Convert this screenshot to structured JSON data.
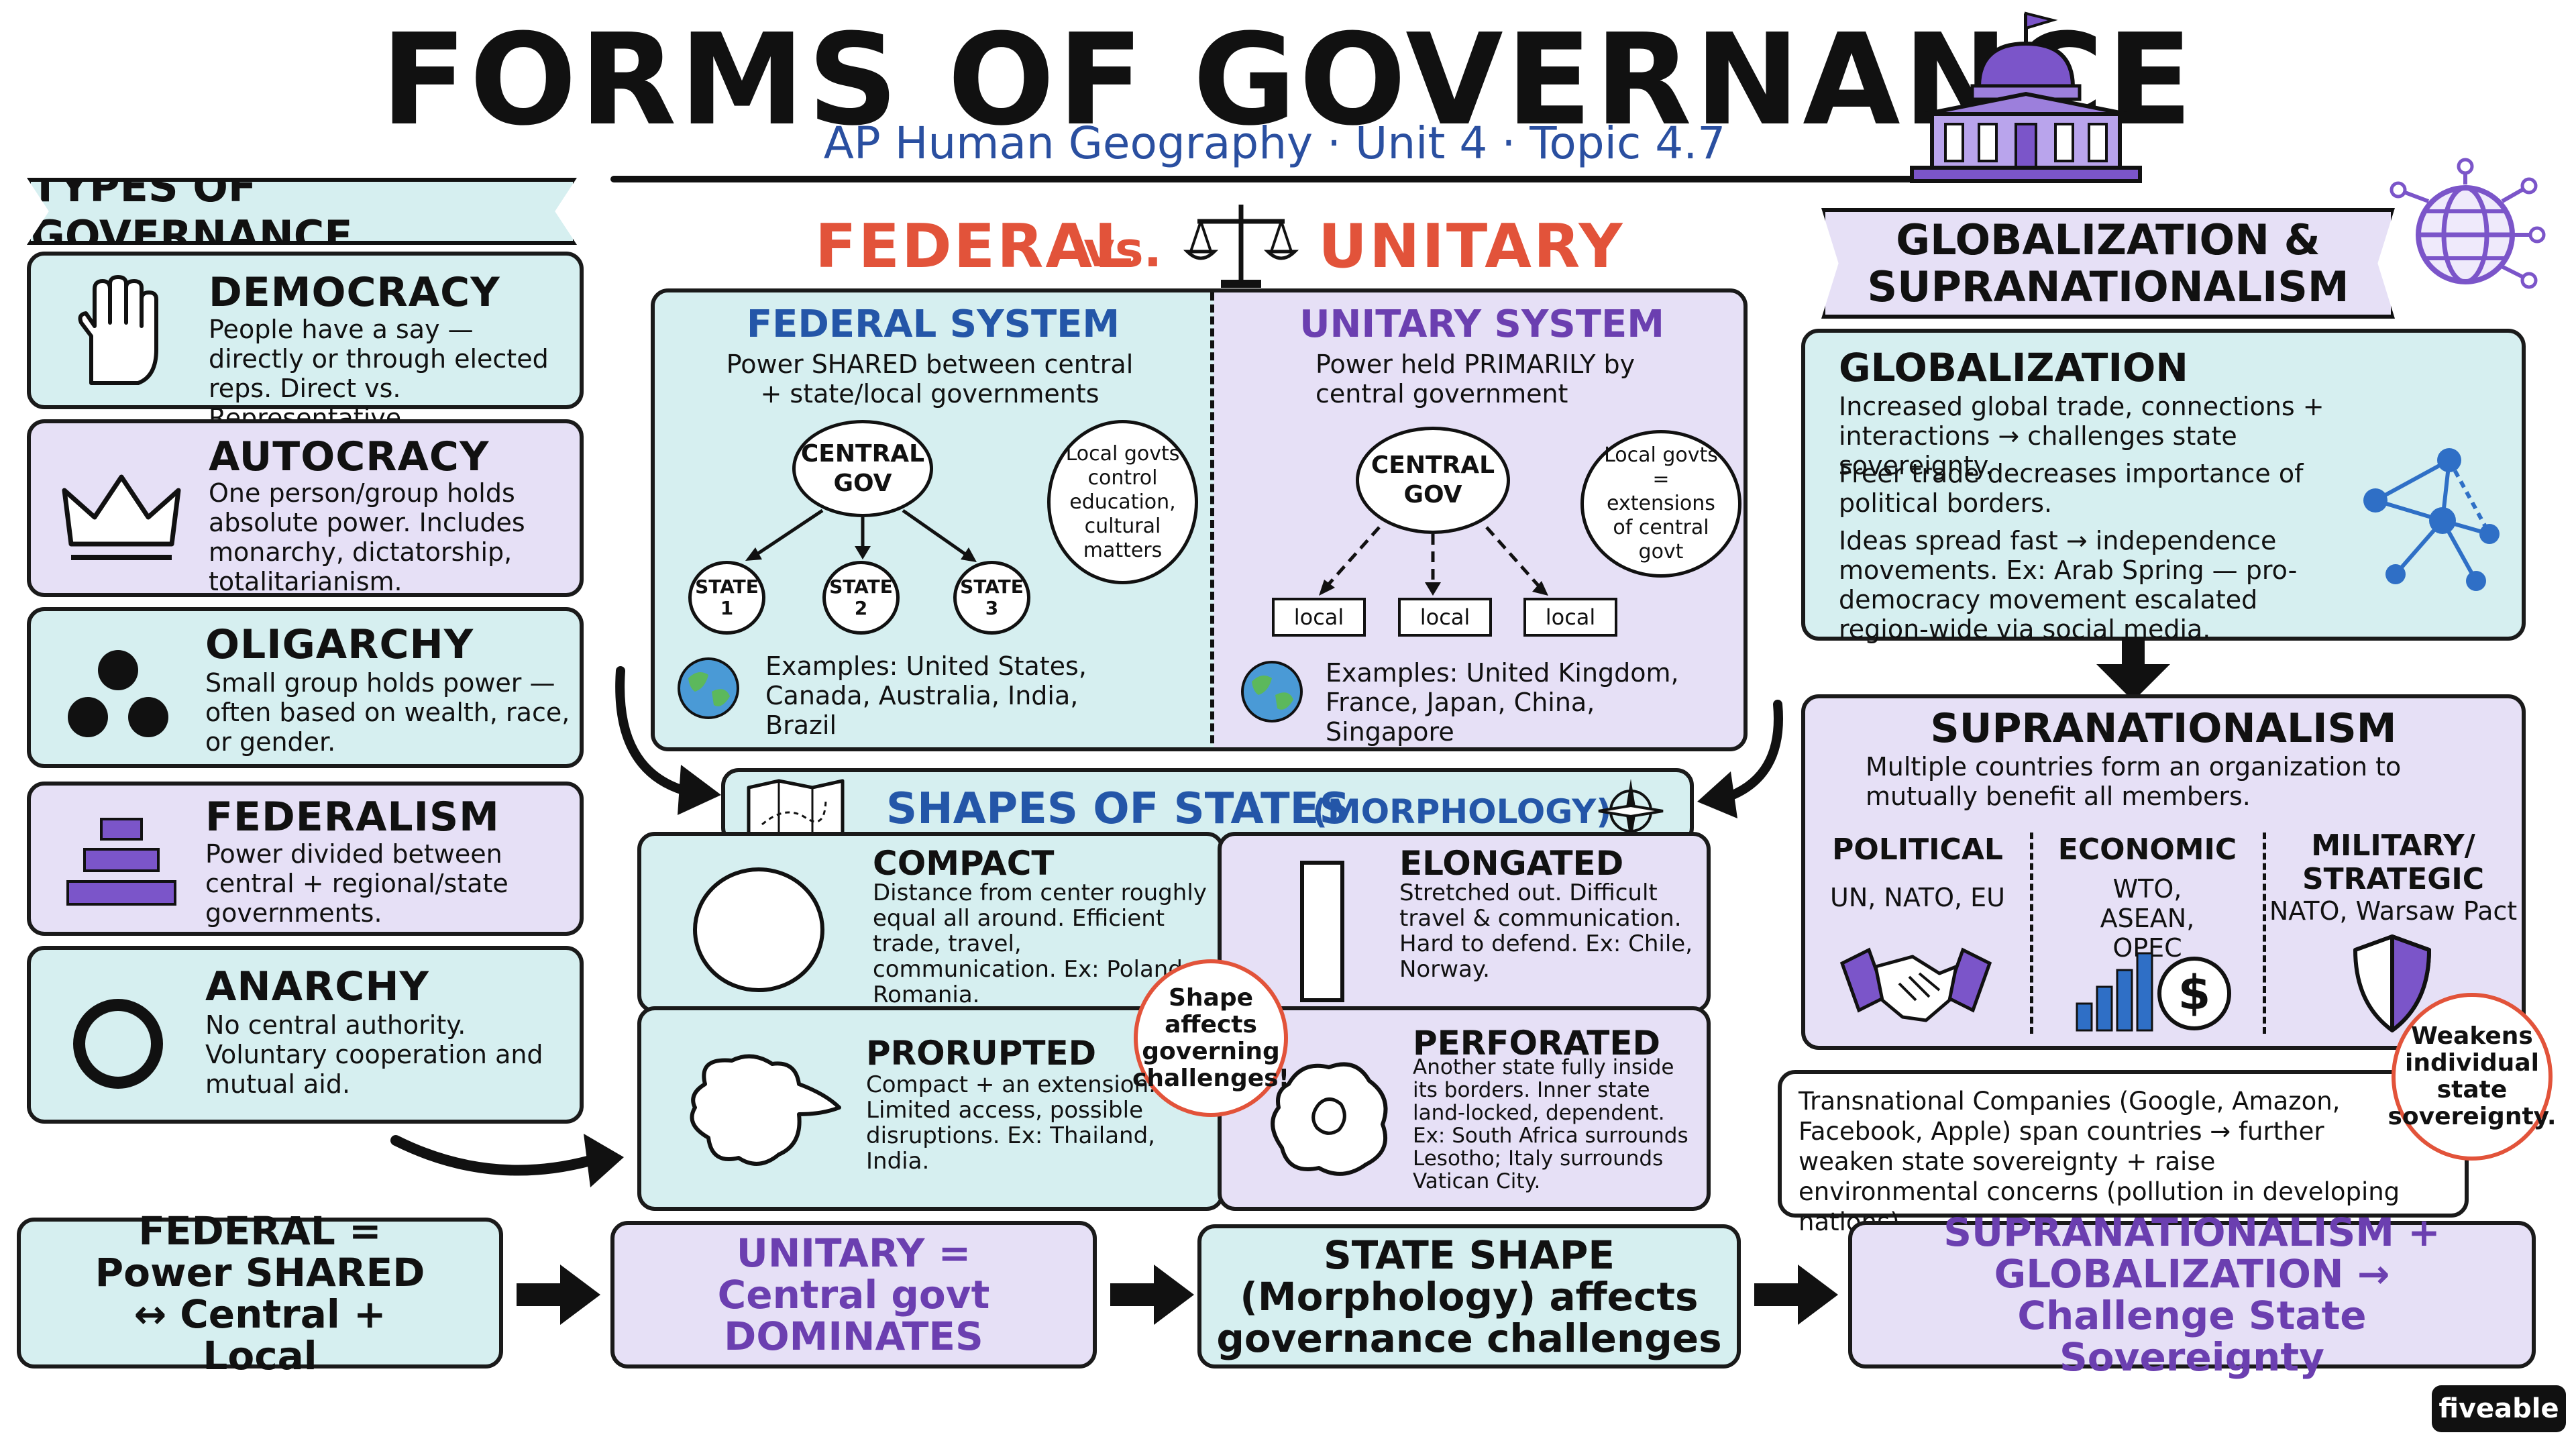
{
  "header": {
    "title": "FORMS OF GOVERNANCE",
    "subtitle": "AP Human Geography · Unit 4 · Topic 4.7"
  },
  "types": {
    "heading": "TYPES OF GOVERNANCE",
    "items": [
      {
        "name": "DEMOCRACY",
        "desc": "People have a say — directly or through elected reps. Direct vs. Representative.",
        "icon": "raised-hand-icon"
      },
      {
        "name": "AUTOCRACY",
        "desc": "One person/group holds absolute power. Includes monarchy, dictatorship, totalitarianism.",
        "icon": "crown-icon"
      },
      {
        "name": "OLIGARCHY",
        "desc": "Small group holds power — often based on wealth, race, or gender.",
        "icon": "three-dots-icon"
      },
      {
        "name": "FEDERALISM",
        "desc": "Power divided between central + regional/state governments.",
        "icon": "layers-icon"
      },
      {
        "name": "ANARCHY",
        "desc": "No central authority. Voluntary cooperation and mutual aid.",
        "icon": "circle-icon"
      }
    ]
  },
  "fedvsuni": {
    "title_left": "FEDERAL",
    "title_mid": "vs.",
    "title_right": "UNITARY",
    "federal": {
      "title": "FEDERAL SYSTEM",
      "desc": "Power SHARED between central + state/local governments",
      "central": "CENTRAL GOV",
      "states": [
        "STATE 1",
        "STATE 2",
        "STATE 3"
      ],
      "bubble": "Local govts control education, cultural matters",
      "examples": "Examples: United States, Canada, Australia, India, Brazil"
    },
    "unitary": {
      "title": "UNITARY SYSTEM",
      "desc": "Power held PRIMARILY by central government",
      "central": "CENTRAL GOV",
      "locals": [
        "local",
        "local",
        "local"
      ],
      "bubble": "Local govts = extensions of central govt",
      "examples": "Examples: United Kingdom, France, Japan, China, Singapore"
    }
  },
  "shapes": {
    "title": "SHAPES OF STATES",
    "title_sub": "(MORPHOLOGY)",
    "items": [
      {
        "name": "COMPACT",
        "desc": "Distance from center roughly equal all around. Efficient trade, travel, communication. Ex: Poland, Romania."
      },
      {
        "name": "ELONGATED",
        "desc": "Stretched out. Difficult travel & communication. Hard to defend. Ex: Chile, Norway."
      },
      {
        "name": "PRORUPTED",
        "desc": "Compact + an extension. Limited access, possible disruptions. Ex: Thailand, India."
      },
      {
        "name": "PERFORATED",
        "desc": "Another state fully inside its borders. Inner state land-locked, dependent. Ex: South Africa surrounds Lesotho; Italy surrounds Vatican City."
      }
    ],
    "callout": "Shape affects governing challenges!"
  },
  "globalization": {
    "header": "GLOBALIZATION & SUPRANATIONALISM",
    "glob_title": "GLOBALIZATION",
    "glob_points": [
      "Increased global trade, connections + interactions → challenges state sovereignty.",
      "Freer trade decreases importance of political borders.",
      "Ideas spread fast → independence movements. Ex: Arab Spring — pro-democracy movement escalated region-wide via social media."
    ],
    "supra_title": "SUPRANATIONALISM",
    "supra_desc": "Multiple countries form an organization to mutually benefit all members.",
    "columns": [
      {
        "head": "POLITICAL",
        "body": "UN, NATO, EU",
        "icon": "handshake-icon"
      },
      {
        "head": "ECONOMIC",
        "body": "WTO, ASEAN, OPEC",
        "icon": "bar-chart-dollar-icon"
      },
      {
        "head": "MILITARY/ STRATEGIC",
        "body": "NATO, Warsaw Pact",
        "icon": "shield-icon"
      }
    ],
    "callout": "Weakens individual state sovereignty.",
    "transnational": "Transnational Companies (Google, Amazon, Facebook, Apple) span countries → further weaken state sovereignty + raise environmental concerns (pollution in developing nations)."
  },
  "bottom": [
    {
      "text": "FEDERAL = Power SHARED ↔ Central + Local"
    },
    {
      "text": "UNITARY = Central govt DOMINATES"
    },
    {
      "text": "STATE SHAPE (Morphology) affects governance challenges"
    },
    {
      "text": "SUPRANATIONALISM + GLOBALIZATION → Challenge State Sovereignty"
    }
  ],
  "brand": "fiveable",
  "colors": {
    "teal": "#d6eff0",
    "lavender": "#e6e0f6",
    "blue": "#2456a8",
    "purple": "#6b3fb0",
    "red": "#e2533a",
    "iconPurple": "#7b55c9"
  }
}
